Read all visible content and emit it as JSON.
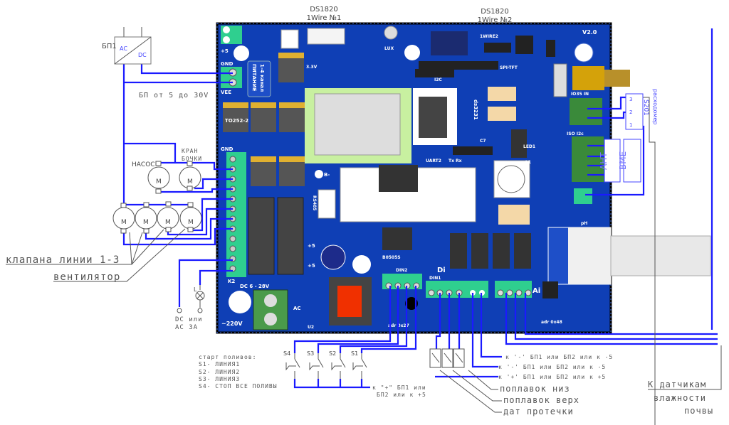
{
  "top_labels": {
    "ds1": {
      "line1": "DS1820",
      "line2": "1Wire №1"
    },
    "ds2": {
      "line1": "DS1820",
      "line2": "1Wire №2"
    }
  },
  "power": {
    "psu_label": "БП1",
    "ac": "AC",
    "dc": "DC",
    "range_note": "БП от 5 до 30V"
  },
  "motors": {
    "pump": "НАСОС",
    "tank_valve_1": "КРАН",
    "tank_valve_2": "БОЧКИ",
    "motor_glyph": "M",
    "valves_label": "клапана линии 1-3",
    "fan_label": "вентилятор"
  },
  "lamp": {
    "label": "L",
    "source_1": "DC или",
    "source_2": "AC 3A"
  },
  "buttons": {
    "title": "старт поливов:",
    "legend": [
      "S1- ЛИНИЯ1",
      "S2- ЛИНИЯ2",
      "S3- ЛИНИЯ3",
      "S4- СТОП ВСЕ ПОЛИВЫ"
    ],
    "switches": [
      "S4",
      "S3",
      "S2",
      "S1"
    ],
    "plus_note_1": "к \"+\" БП1 или",
    "plus_note_2": "БП2 или к +5"
  },
  "sensors": {
    "minus_1": "к '-' БП1 или БП2 или к -5",
    "minus_2": "к '-' БП1 или БП2 или к -5",
    "plus": "к '+' БП1 или БП2 или к +5",
    "float_low": "поплавок низ",
    "float_high": "поплавок верх",
    "leak": "дат протечки",
    "soil_1": "К датчикам",
    "soil_2": "влажности",
    "soil_3": "почвы"
  },
  "right_side": {
    "flow_meter": "расходомер",
    "flow_sensor": "S201",
    "pins": [
      "3",
      "2",
      "1"
    ],
    "aht": "AHT",
    "bme": "BME"
  },
  "pcb": {
    "version": "V2.0",
    "plus5": "+5",
    "gnd": "GND",
    "vee": "VEE",
    "power_block_1": "ПИТАНИЕ",
    "power_block_2": "1-4 канал",
    "mosfet": "TO252-2",
    "relay_ref": "K2",
    "dc_input": "DC 6 - 28V",
    "mains": "~220V",
    "ac": "AC",
    "din2": "DIN2",
    "din1": "DIN1",
    "di": "Di",
    "ai": "Ai",
    "adr1": "adr 0x27",
    "adr2": "adr 0x48",
    "onewire2": "1WIRE2",
    "spi": "SPI-TFT",
    "i2c": "I2C",
    "uart": "UART2",
    "txrx": "Tx Rx",
    "rtc": "ds3231",
    "io35": "IO35  IN",
    "iso_i2c": "ISO  I2c",
    "b0505": "B0505S",
    "rs485": "RS485",
    "lux": "LUX",
    "ph": "pH",
    "led": "LED1",
    "l1": "L1",
    "c7": "C7",
    "bminus": "B-",
    "v33": "3.3V",
    "u2": "U2"
  },
  "colors": {
    "pcb": "#0f3fb5",
    "wire": "#1a1aff",
    "terminal": "#2fcf8f",
    "pad": "#e0b030"
  }
}
